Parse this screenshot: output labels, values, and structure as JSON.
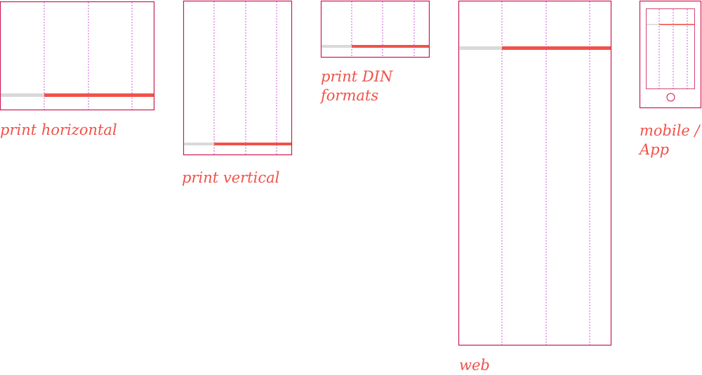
{
  "colors": {
    "frame": "#cc1a52",
    "column_guide": "#d657e0",
    "accent_bar": "#f0524a",
    "muted_bar": "#d9d9d9",
    "label": "#f0524a"
  },
  "formats": [
    {
      "id": "print-horizontal",
      "label": "print horizontal"
    },
    {
      "id": "print-vertical",
      "label": "print vertical"
    },
    {
      "id": "print-din",
      "label_lines": [
        "print DIN",
        "formats"
      ]
    },
    {
      "id": "web",
      "label": "web"
    },
    {
      "id": "mobile",
      "label_lines": [
        "mobile /",
        "App"
      ]
    }
  ]
}
